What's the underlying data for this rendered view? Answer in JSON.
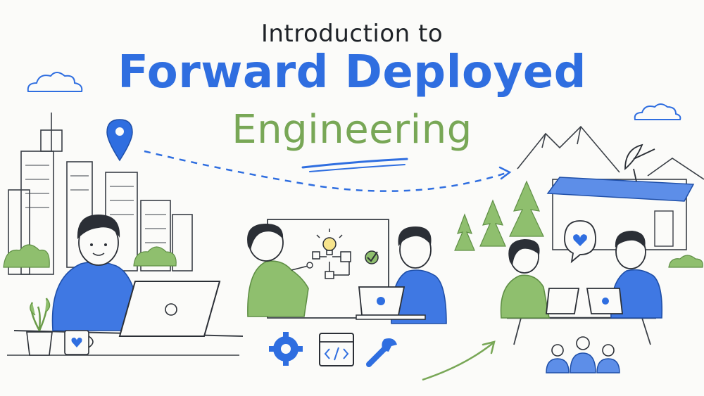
{
  "title": {
    "intro": "Introduction to",
    "main": "Forward Deployed",
    "sub": "Engineering"
  },
  "colors": {
    "ink": "#2b2f36",
    "blue": "#2f6ee0",
    "green": "#78a756",
    "paper": "#fbfbf9"
  },
  "scenes": [
    {
      "name": "city-remote-worker",
      "icons": [
        "location-pin-icon",
        "cloud-icon",
        "laptop-icon",
        "heart-mug-icon",
        "plant-icon"
      ]
    },
    {
      "name": "whiteboard-collaboration",
      "icons": [
        "lightbulb-icon",
        "checkmark-icon",
        "flowchart-icon",
        "laptop-icon"
      ]
    },
    {
      "name": "field-deployment",
      "icons": [
        "satellite-dish-icon",
        "heart-chat-bubble-icon",
        "mountain-icon",
        "tree-icon",
        "team-icon"
      ]
    }
  ],
  "tool_icons": [
    "gear-icon",
    "code-window-icon",
    "wrench-icon"
  ]
}
